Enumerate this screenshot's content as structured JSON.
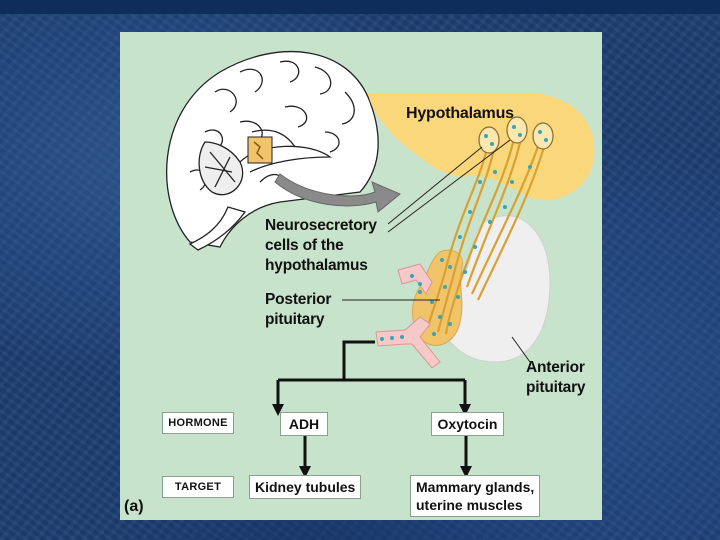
{
  "labels": {
    "hypothalamus": "Hypothalamus",
    "neurosecretory": [
      "Neurosecretory",
      "cells of the",
      "hypothalamus"
    ],
    "posterior": [
      "Posterior",
      "pituitary"
    ],
    "anterior": [
      "Anterior",
      "pituitary"
    ]
  },
  "rows": {
    "hormone_label": "HORMONE",
    "target_label": "TARGET"
  },
  "hormones": [
    "ADH",
    "Oxytocin"
  ],
  "targets": [
    [
      "Kidney tubules"
    ],
    [
      "Mammary glands,",
      "uterine muscles"
    ]
  ],
  "panel_label": "(a)",
  "colors": {
    "background": "#1d3f74",
    "panel": "#c8e3cb",
    "hypothalamus": "#fbd77c",
    "posterior_pituitary": "#f2c46a",
    "anterior_pituitary": "#efefef",
    "vessel": "#f6c8c8",
    "dots": "#38a5b5",
    "arrow": "#111111"
  },
  "icons": [
    "brain-sagittal-icon",
    "curved-arrow-icon"
  ]
}
